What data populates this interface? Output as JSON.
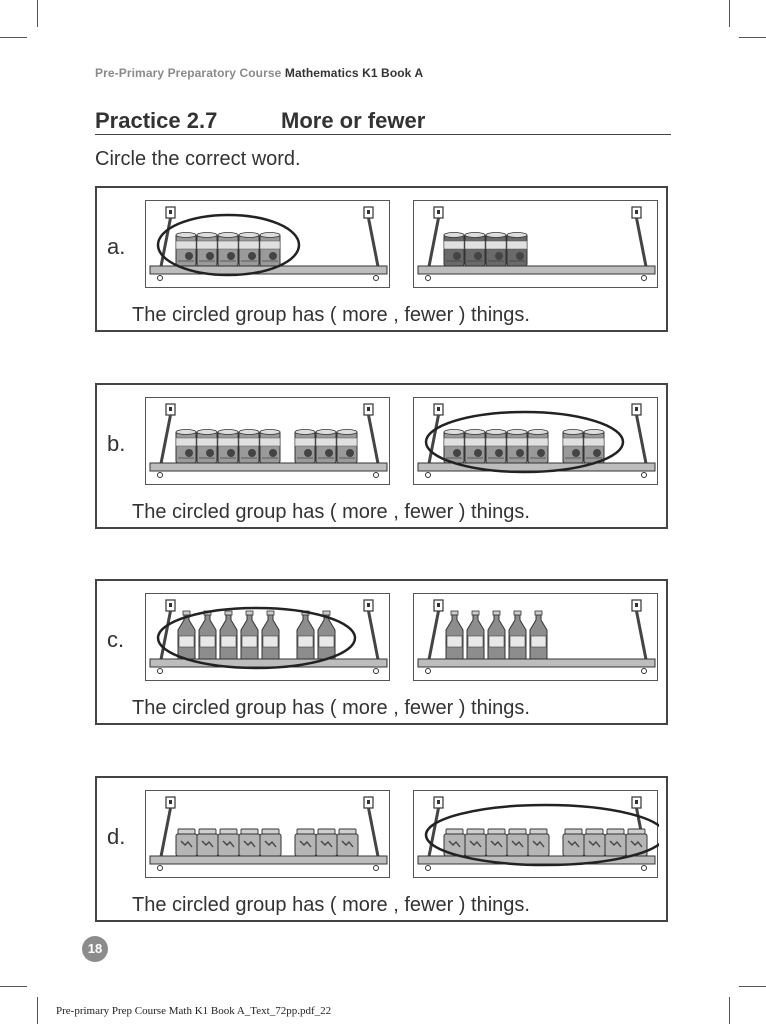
{
  "header": {
    "course": "Pre-Primary Preparatory Course",
    "book": "Mathematics K1 Book A"
  },
  "practice": {
    "number": "Practice 2.7",
    "title": "More or fewer"
  },
  "instruction": "Circle the correct word.",
  "sentence": "The circled group has ( more , fewer ) things.",
  "questions": [
    {
      "letter": "a.",
      "item": "tomato can",
      "can_label": "TOMATO",
      "left_groups": [
        5
      ],
      "right_groups": [
        4
      ],
      "circled": "left"
    },
    {
      "letter": "b.",
      "item": "can",
      "can_label": "",
      "left_groups": [
        5,
        3
      ],
      "right_groups": [
        5,
        2
      ],
      "circled": "right"
    },
    {
      "letter": "c.",
      "item": "ketchup bottle",
      "can_label": "KETCHUP",
      "left_groups": [
        5,
        2
      ],
      "right_groups": [
        5
      ],
      "circled": "left"
    },
    {
      "letter": "d.",
      "item": "jar",
      "can_label": "",
      "left_groups": [
        5,
        3
      ],
      "right_groups": [
        5,
        4
      ],
      "circled": "right"
    }
  ],
  "page_number": "18",
  "footer": "Pre-primary Prep Course Math K1 Book A_Text_72pp.pdf_22"
}
